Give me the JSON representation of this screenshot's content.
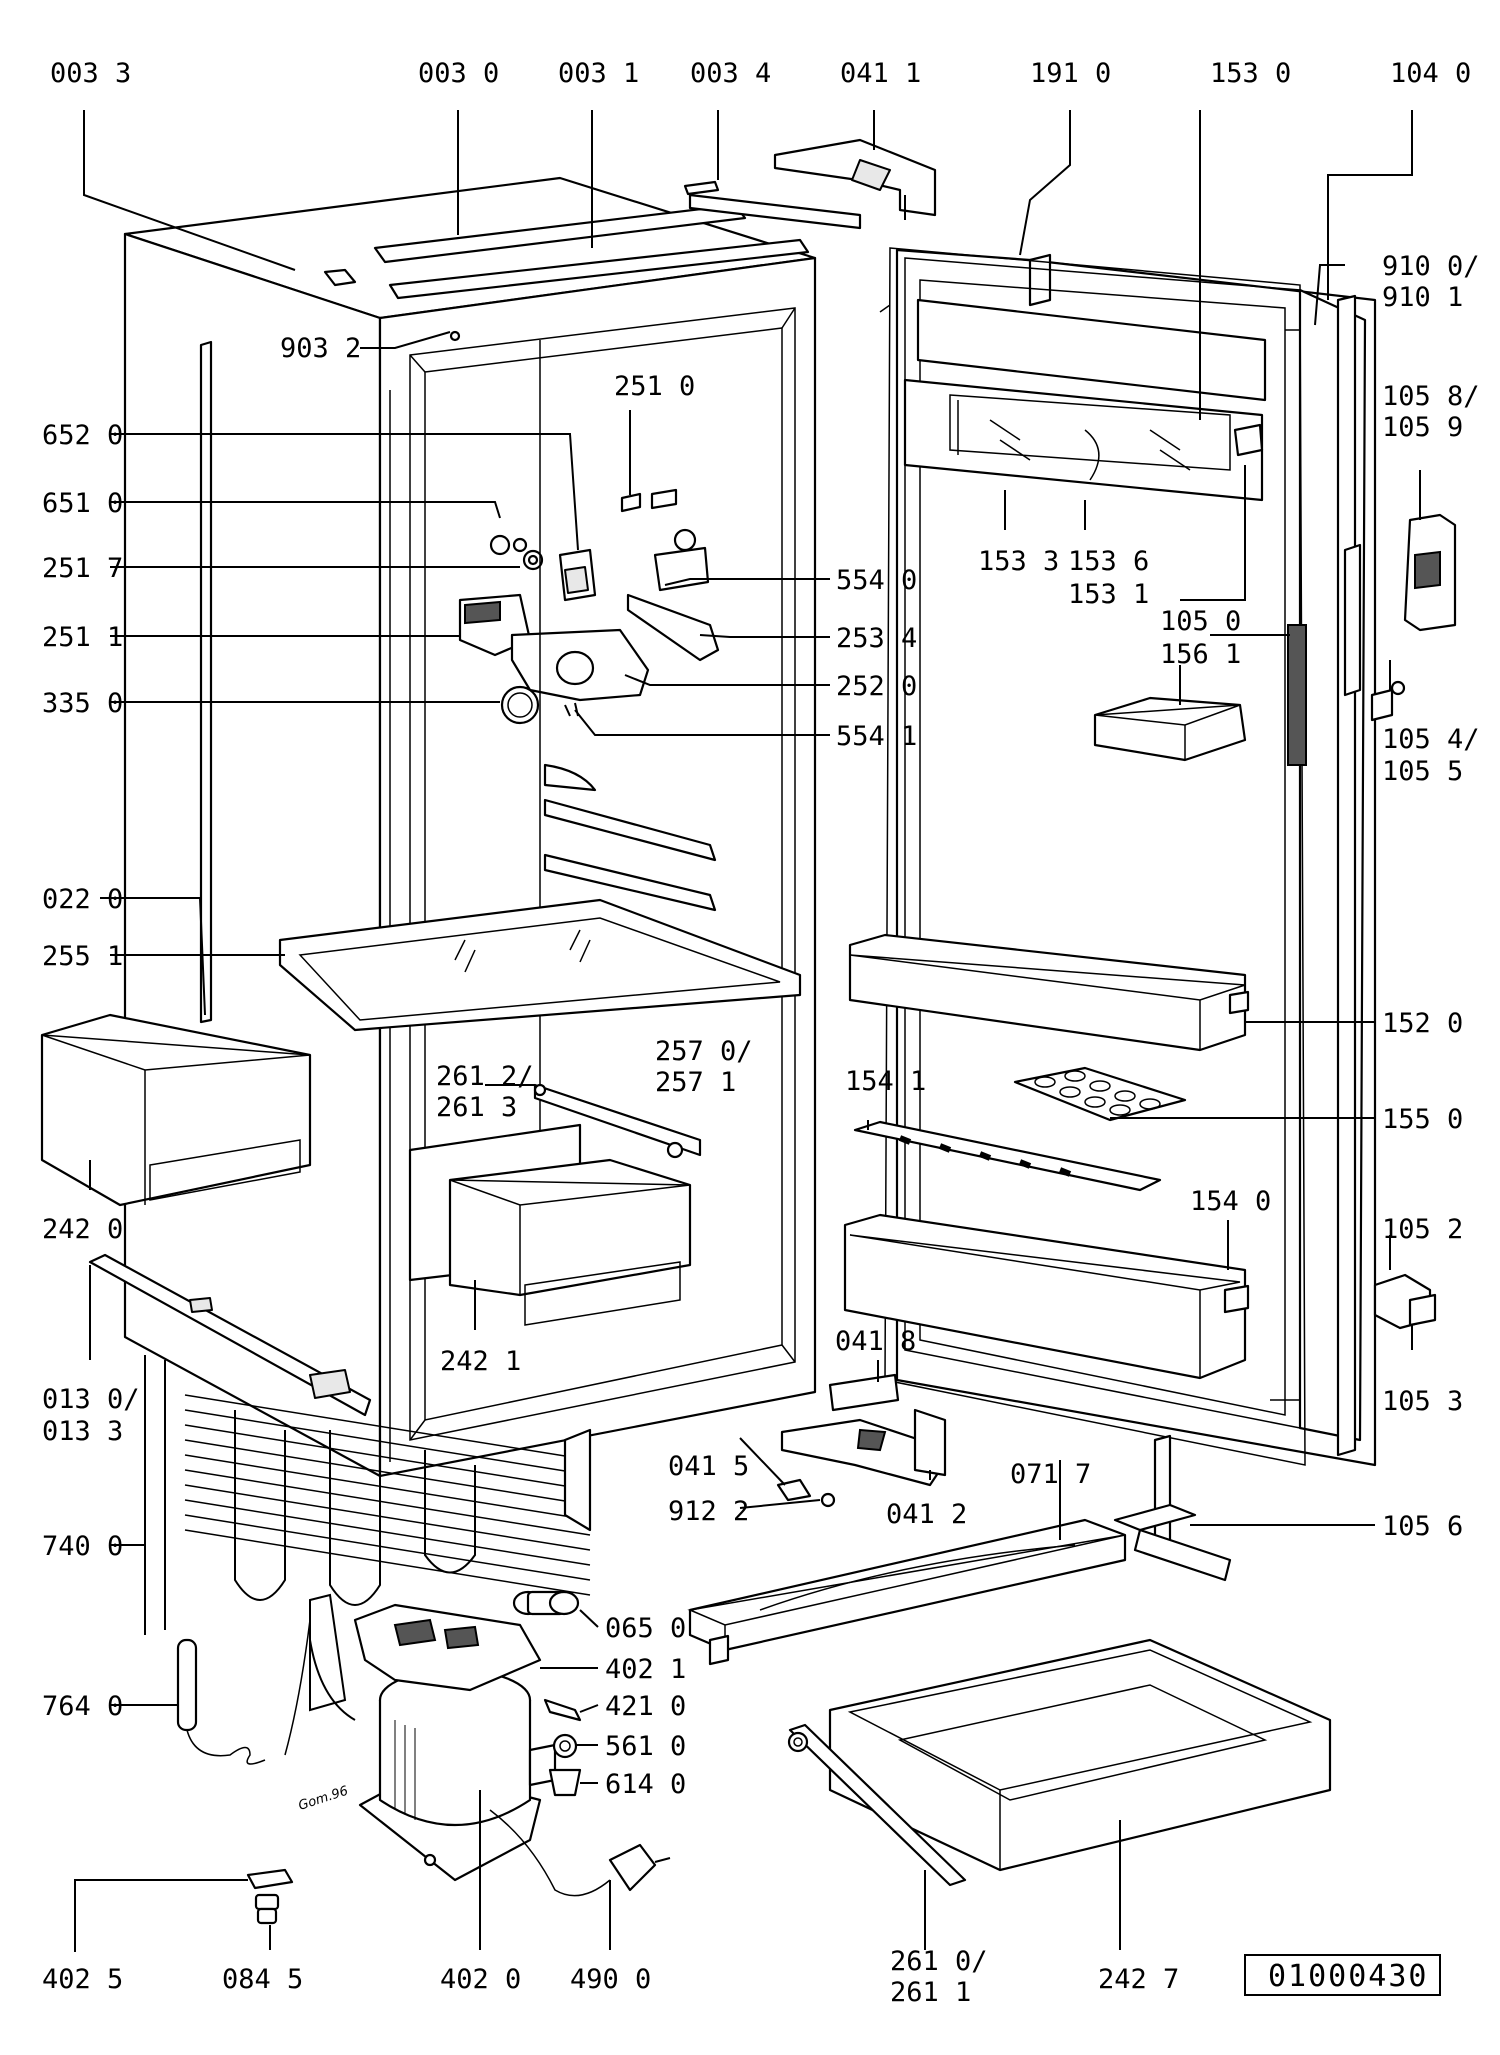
{
  "document_number": "01000430",
  "signature": "Gom.96",
  "labels": [
    "003 3",
    "003 0",
    "003 1",
    "003 4",
    "041 1",
    "191 0",
    "153 0",
    "104 0",
    "903 2",
    "910 0/",
    "910 1",
    "251 0",
    "105 8/",
    "105 9",
    "652 0",
    "651 0",
    "153 3",
    "153 6",
    "153 1",
    "251 7",
    "554 0",
    "251 1",
    "253 4",
    "105 0",
    "156 1",
    "252 0",
    "335 0",
    "554 1",
    "105 4/",
    "105 5",
    "022 0",
    "255 1",
    "152 0",
    "257 0/",
    "257 1",
    "261 2/",
    "261 3",
    "154 1",
    "155 0",
    "242 0",
    "154 0",
    "105 2",
    "242 1",
    "041 8",
    "013 0/",
    "013 3",
    "105 3",
    "041 5",
    "071 7",
    "912 2",
    "041 2",
    "740 0",
    "105 6",
    "065 0",
    "402 1",
    "764 0",
    "421 0",
    "561 0",
    "614 0",
    "402 5",
    "084 5",
    "402 0",
    "490 0",
    "261 0/",
    "261 1",
    "242 7"
  ]
}
